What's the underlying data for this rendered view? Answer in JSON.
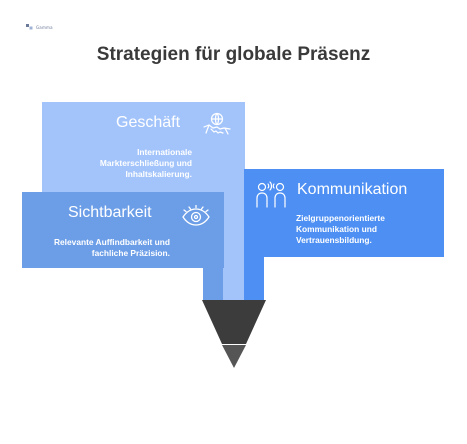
{
  "logo": {
    "text": "Gamma"
  },
  "title": "Strategien für globale Präsenz",
  "panels": {
    "geschaeft": {
      "heading": "Geschäft",
      "description_lines": [
        "Internationale",
        "Markterschließung und",
        "Inhaltskalierung."
      ],
      "icon": "handshake-globe-icon",
      "color": "#a3c4fb"
    },
    "sichtbarkeit": {
      "heading": "Sichtbarkeit",
      "description_lines": [
        "Relevante Auffindbarkeit und",
        "fachliche Präzision."
      ],
      "icon": "eye-icon",
      "color": "#6c9ee8"
    },
    "kommunikation": {
      "heading": "Kommunikation",
      "description_lines": [
        "Zielgruppenorientierte",
        "Kommunikation und",
        "Vertrauensbildung."
      ],
      "icon": "people-talking-icon",
      "color": "#4d8ff3"
    }
  },
  "funnel": {
    "colors": [
      "#3c3c3c",
      "#555555"
    ]
  }
}
